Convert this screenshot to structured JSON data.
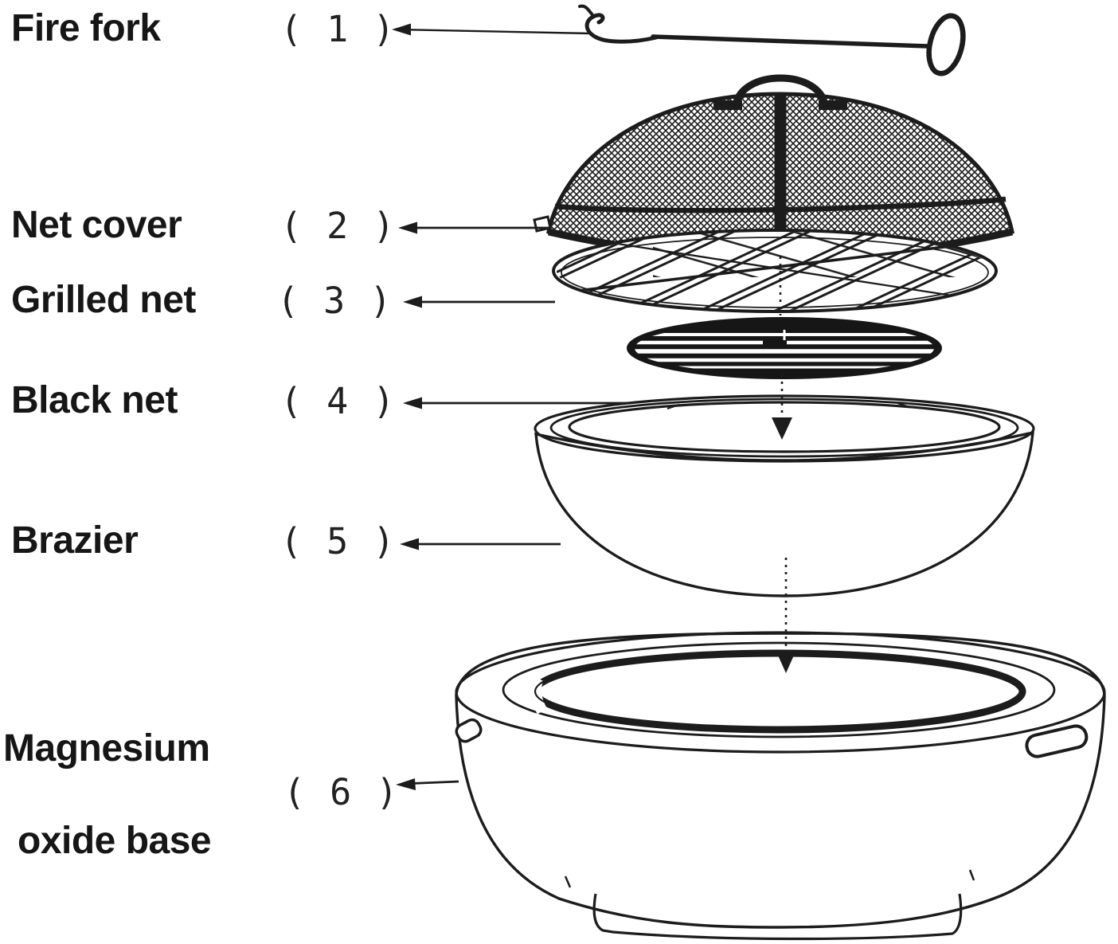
{
  "figure": {
    "type": "exploded-parts-diagram",
    "subject": "fire pit assembly"
  },
  "colors": {
    "ink": "#1c1c1c",
    "paper": "#ffffff"
  },
  "labels": [
    {
      "name": "Fire fork",
      "number": "( 1 )"
    },
    {
      "name": "Net cover",
      "number": "( 2 )"
    },
    {
      "name": "Grilled net",
      "number": "( 3 )"
    },
    {
      "name": "Black net",
      "number": "( 4 )"
    },
    {
      "name": "Brazier",
      "number": "( 5 )"
    },
    {
      "name": "Magnesium oxide base",
      "line1": "Magnesium",
      "line2": "oxide base",
      "number": "( 6 )"
    }
  ],
  "parts": [
    {
      "id": 1,
      "part": "fire-fork"
    },
    {
      "id": 2,
      "part": "net-cover"
    },
    {
      "id": 3,
      "part": "grilled-net"
    },
    {
      "id": 4,
      "part": "black-net"
    },
    {
      "id": 5,
      "part": "brazier"
    },
    {
      "id": 6,
      "part": "magnesium-oxide-base"
    }
  ]
}
